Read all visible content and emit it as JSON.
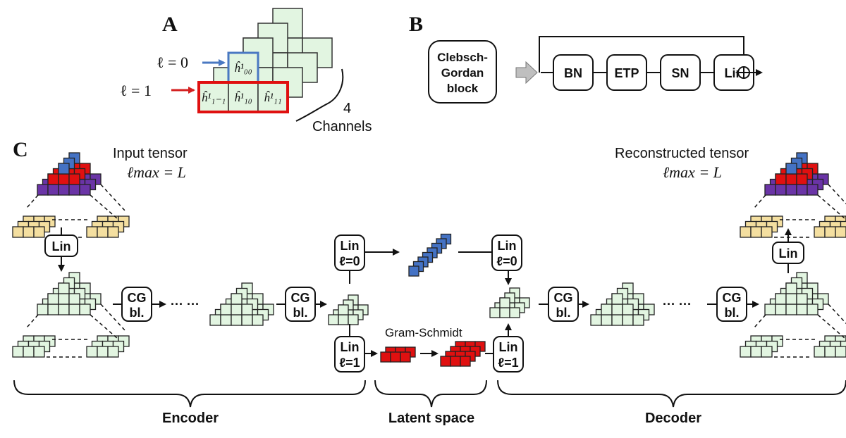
{
  "panels": {
    "A": {
      "label": "A",
      "l0_label": "ℓ = 0",
      "l1_label": "ℓ = 1",
      "l0_cell": "ĥ¹₀₀",
      "l1_cells": [
        "ĥ¹₁₋₁",
        "ĥ¹₁₀",
        "ĥ¹₁₁"
      ],
      "channels_count": "4",
      "channels_label": "Channels",
      "colors": {
        "cell": "#e2f5e1",
        "l0_highlight": "#4a78c2",
        "l1_highlight": "#e01010",
        "l0_arrow": "#4a78c2",
        "l1_arrow": "#d42020"
      }
    },
    "B": {
      "label": "B",
      "block_title": [
        "Clebsch-",
        "Gordan",
        "block"
      ],
      "ops": [
        "BN",
        "ETP",
        "SN",
        "Lin"
      ],
      "sum_symbol": "⊕"
    },
    "C": {
      "label": "C",
      "input_title": "Input tensor",
      "input_sub": "ℓmax = L",
      "recon_title": "Reconstructed tensor",
      "recon_sub": "ℓmax = L",
      "lin_label": "Lin",
      "cg_label": [
        "CG",
        "bl."
      ],
      "ellipsis": "··· ···",
      "lin_l0": [
        "Lin",
        "ℓ=0"
      ],
      "lin_l1": [
        "Lin",
        "ℓ=1"
      ],
      "gram_schmidt": "Gram-Schmidt",
      "sections": [
        "Encoder",
        "Latent space",
        "Decoder"
      ],
      "colors": {
        "l0": "#4472c4",
        "l1": "#e01010",
        "l2": "#6a34a6",
        "lhigh": "#f4dfa0",
        "hidden": "#e2f5e1"
      }
    }
  }
}
